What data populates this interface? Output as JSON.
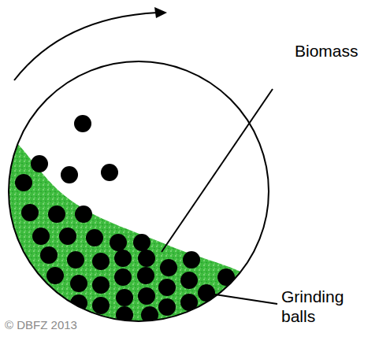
{
  "diagram": {
    "labels": [
      "Biomass",
      "Grinding balls",
      "© DBFZ 2013"
    ]
  }
}
